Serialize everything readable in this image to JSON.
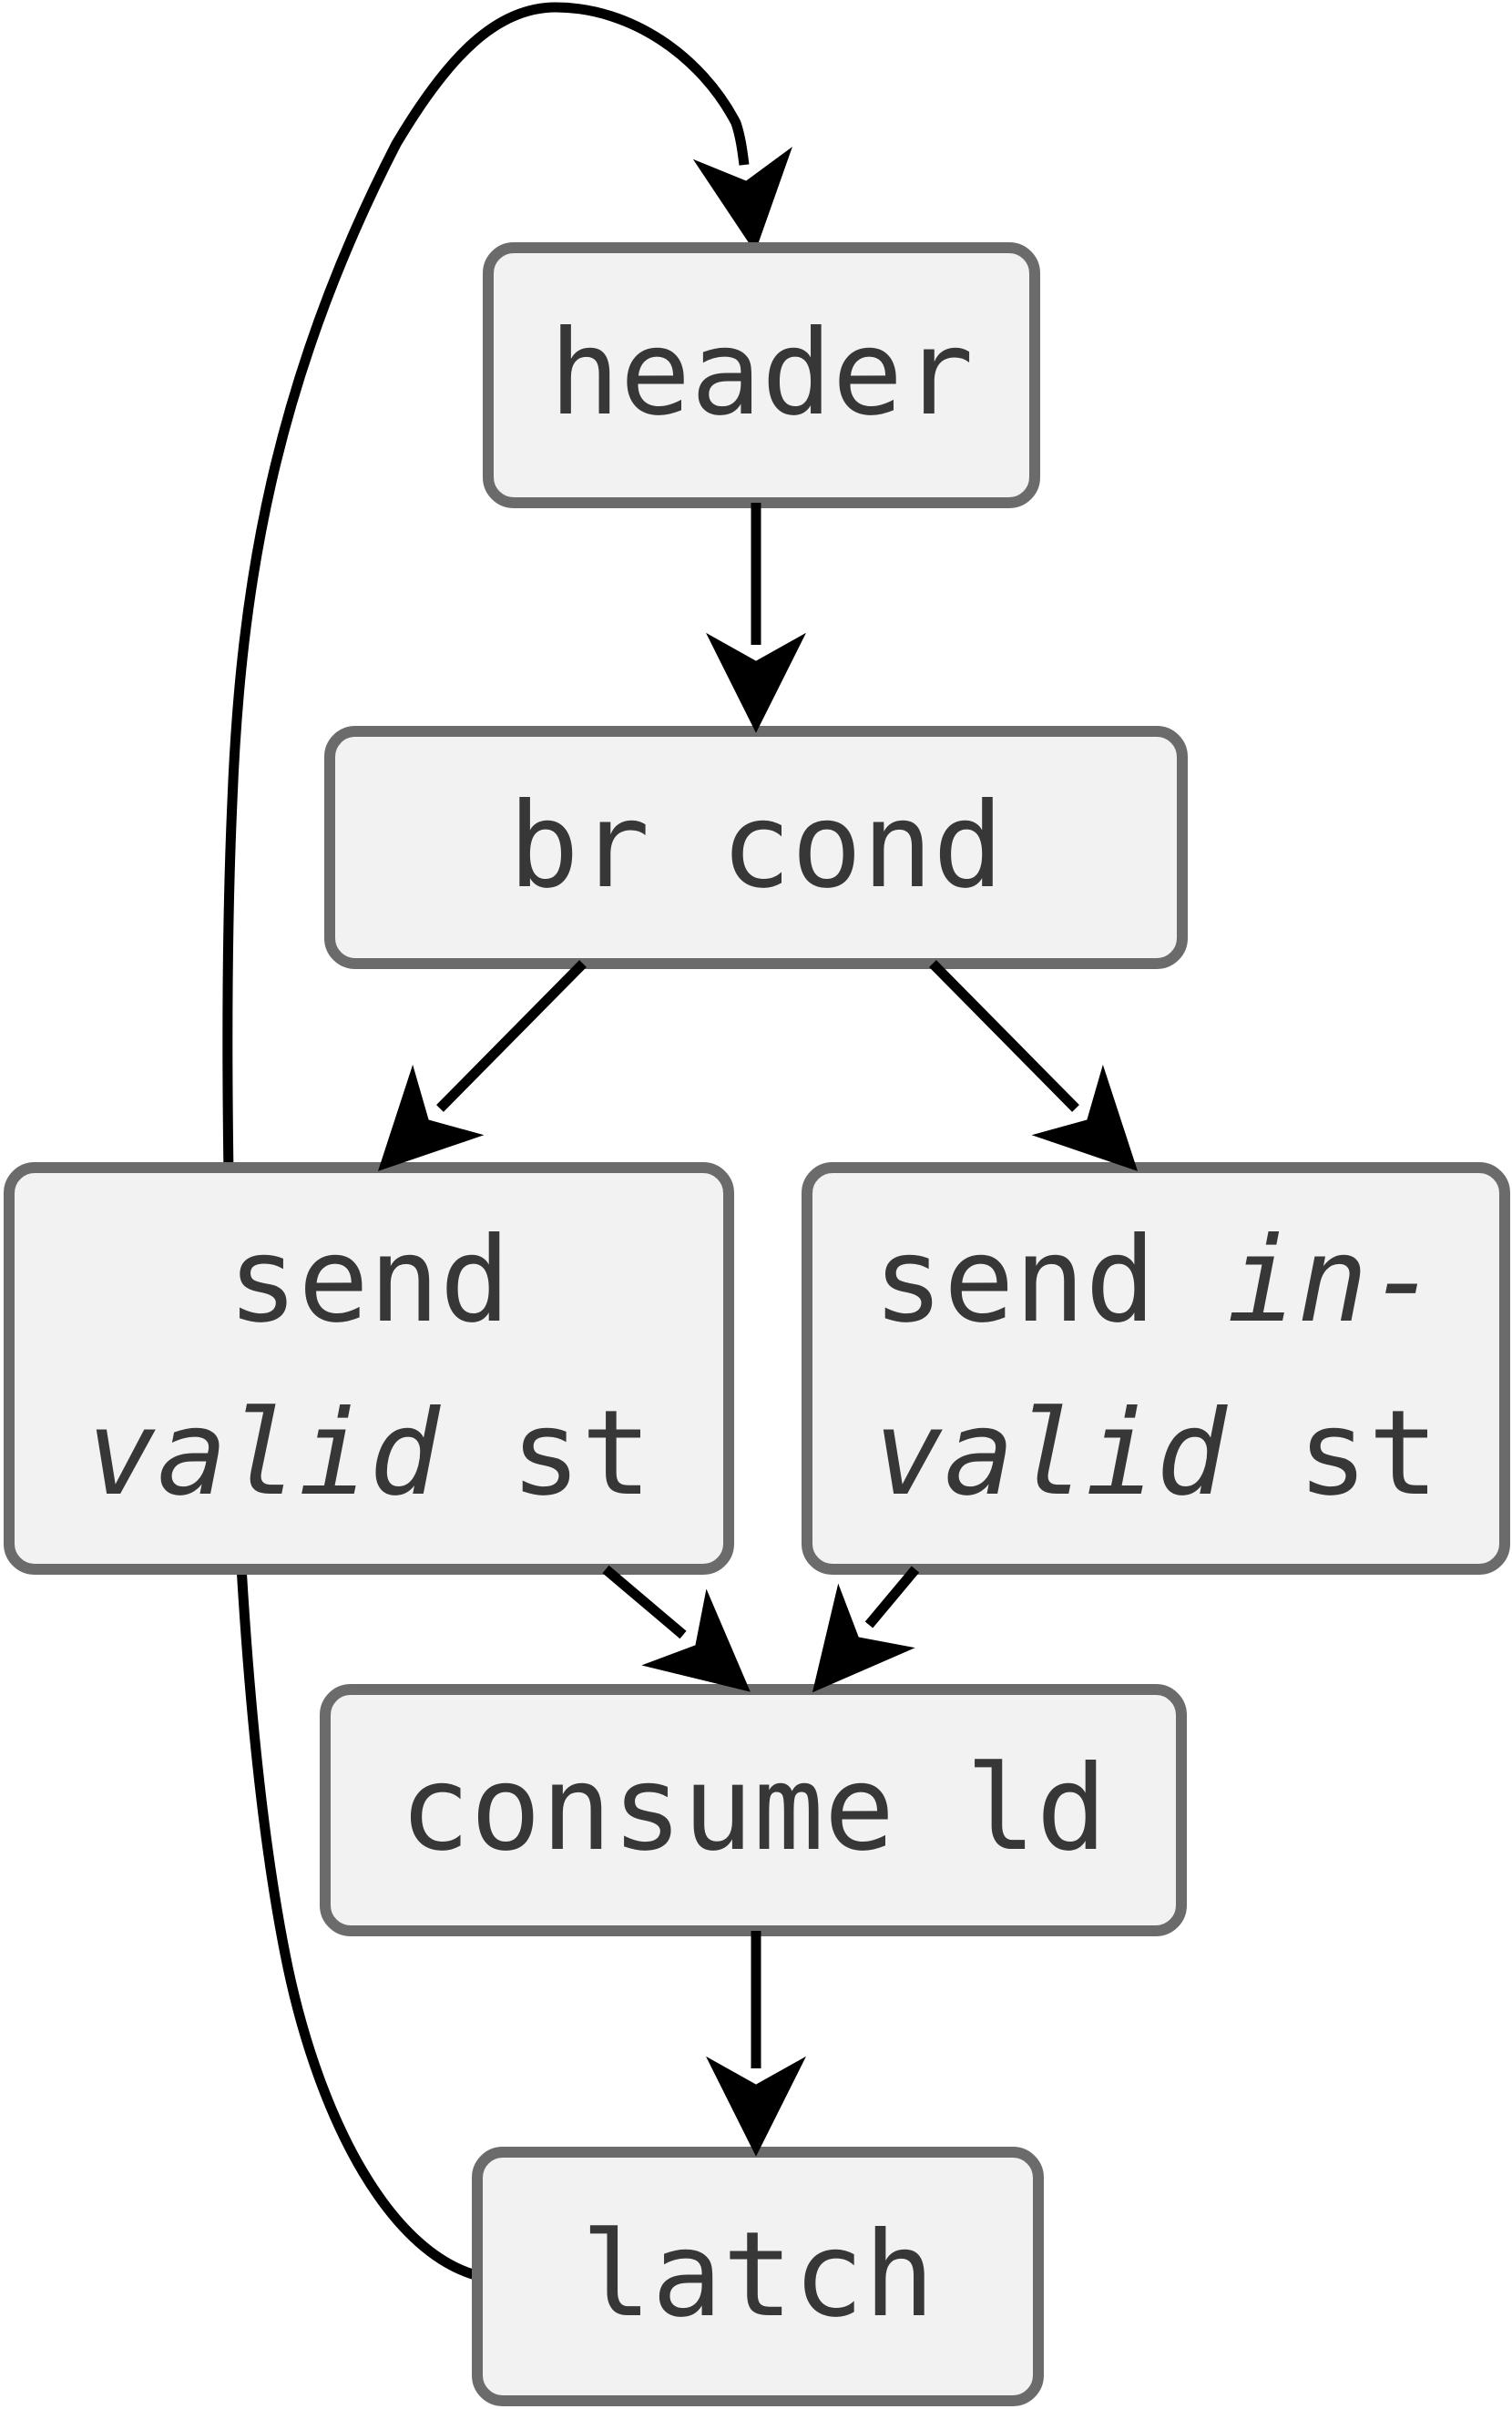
{
  "diagram": {
    "kind": "flowchart",
    "direction": "top-down",
    "colors": {
      "background": "#ffffff",
      "node_fill": "#f2f2f2",
      "node_border": "#6b6b6b",
      "text": "#373737",
      "edge": "#000000"
    },
    "nodes": [
      {
        "id": "header",
        "lines": [
          [
            {
              "text": "header",
              "style": "regular"
            }
          ]
        ]
      },
      {
        "id": "br-cond",
        "lines": [
          [
            {
              "text": "br cond",
              "style": "regular"
            }
          ]
        ]
      },
      {
        "id": "send-valid-st",
        "lines": [
          [
            {
              "text": "send",
              "style": "regular"
            }
          ],
          [
            {
              "text": "valid",
              "style": "italic"
            },
            {
              "text": " st",
              "style": "regular"
            }
          ]
        ]
      },
      {
        "id": "send-invalid-st",
        "lines": [
          [
            {
              "text": "send ",
              "style": "regular"
            },
            {
              "text": "in-",
              "style": "italic"
            }
          ],
          [
            {
              "text": "valid",
              "style": "italic"
            },
            {
              "text": " st",
              "style": "regular"
            }
          ]
        ]
      },
      {
        "id": "consume-ld",
        "lines": [
          [
            {
              "text": "consume ld",
              "style": "regular"
            }
          ]
        ]
      },
      {
        "id": "latch",
        "lines": [
          [
            {
              "text": "latch",
              "style": "regular"
            }
          ]
        ]
      }
    ],
    "edges": [
      {
        "from": "header",
        "to": "br-cond",
        "type": "straight"
      },
      {
        "from": "br-cond",
        "to": "send-valid-st",
        "type": "straight"
      },
      {
        "from": "br-cond",
        "to": "send-invalid-st",
        "type": "straight"
      },
      {
        "from": "send-valid-st",
        "to": "consume-ld",
        "type": "straight"
      },
      {
        "from": "send-invalid-st",
        "to": "consume-ld",
        "type": "straight"
      },
      {
        "from": "consume-ld",
        "to": "latch",
        "type": "straight"
      },
      {
        "from": "latch",
        "to": "header",
        "type": "loop-back-left"
      }
    ]
  }
}
